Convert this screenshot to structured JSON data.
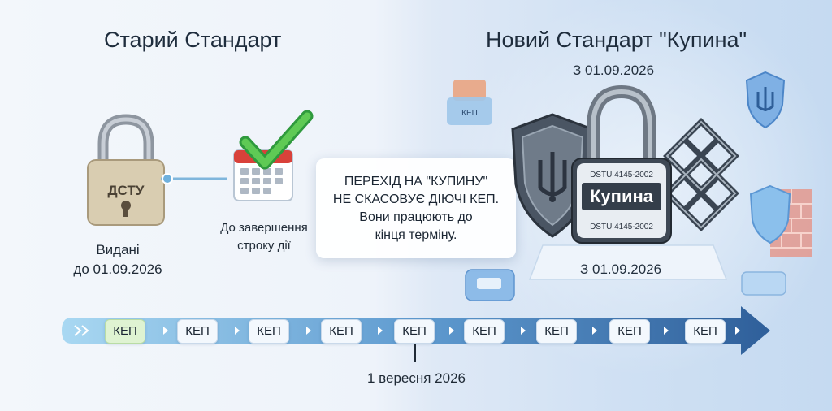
{
  "left": {
    "title": "Старий Стандарт",
    "lock_label": "ДСТУ",
    "issued_line1": "Видані",
    "issued_line2": "до 01.09.2026",
    "calendar_line1": "До завершення",
    "calendar_line2": "строку дії"
  },
  "right": {
    "title": "Новий Стандарт \"Купина\"",
    "date_top": "З 01.09.2026",
    "lock_label": "Купина",
    "lock_plate_top": "DSTU 4145-2002",
    "lock_plate_bottom": "DSTU 4145-2002",
    "date_bottom": "З 01.09.2026",
    "badge_text": "КЕП"
  },
  "callout": {
    "line1": "ПЕРЕХІД НА \"КУПИНУ\"",
    "line2": "НЕ СКАСОВУЄ ДІЮЧІ КЕП.",
    "line3": "Вони працюють до",
    "line4": "кінця терміну."
  },
  "timeline": {
    "items": [
      "КЕП",
      "КЕП",
      "КЕП",
      "КЕП",
      "КЕП",
      "КЕП",
      "КЕП",
      "КЕП",
      "КЕП"
    ],
    "marker_label": "1 вересня 2026"
  },
  "colors": {
    "accent_green": "#3cb34a",
    "calendar_red": "#d9413a",
    "timeline_start": "#a9d8f2",
    "timeline_end": "#2f5f9a"
  }
}
